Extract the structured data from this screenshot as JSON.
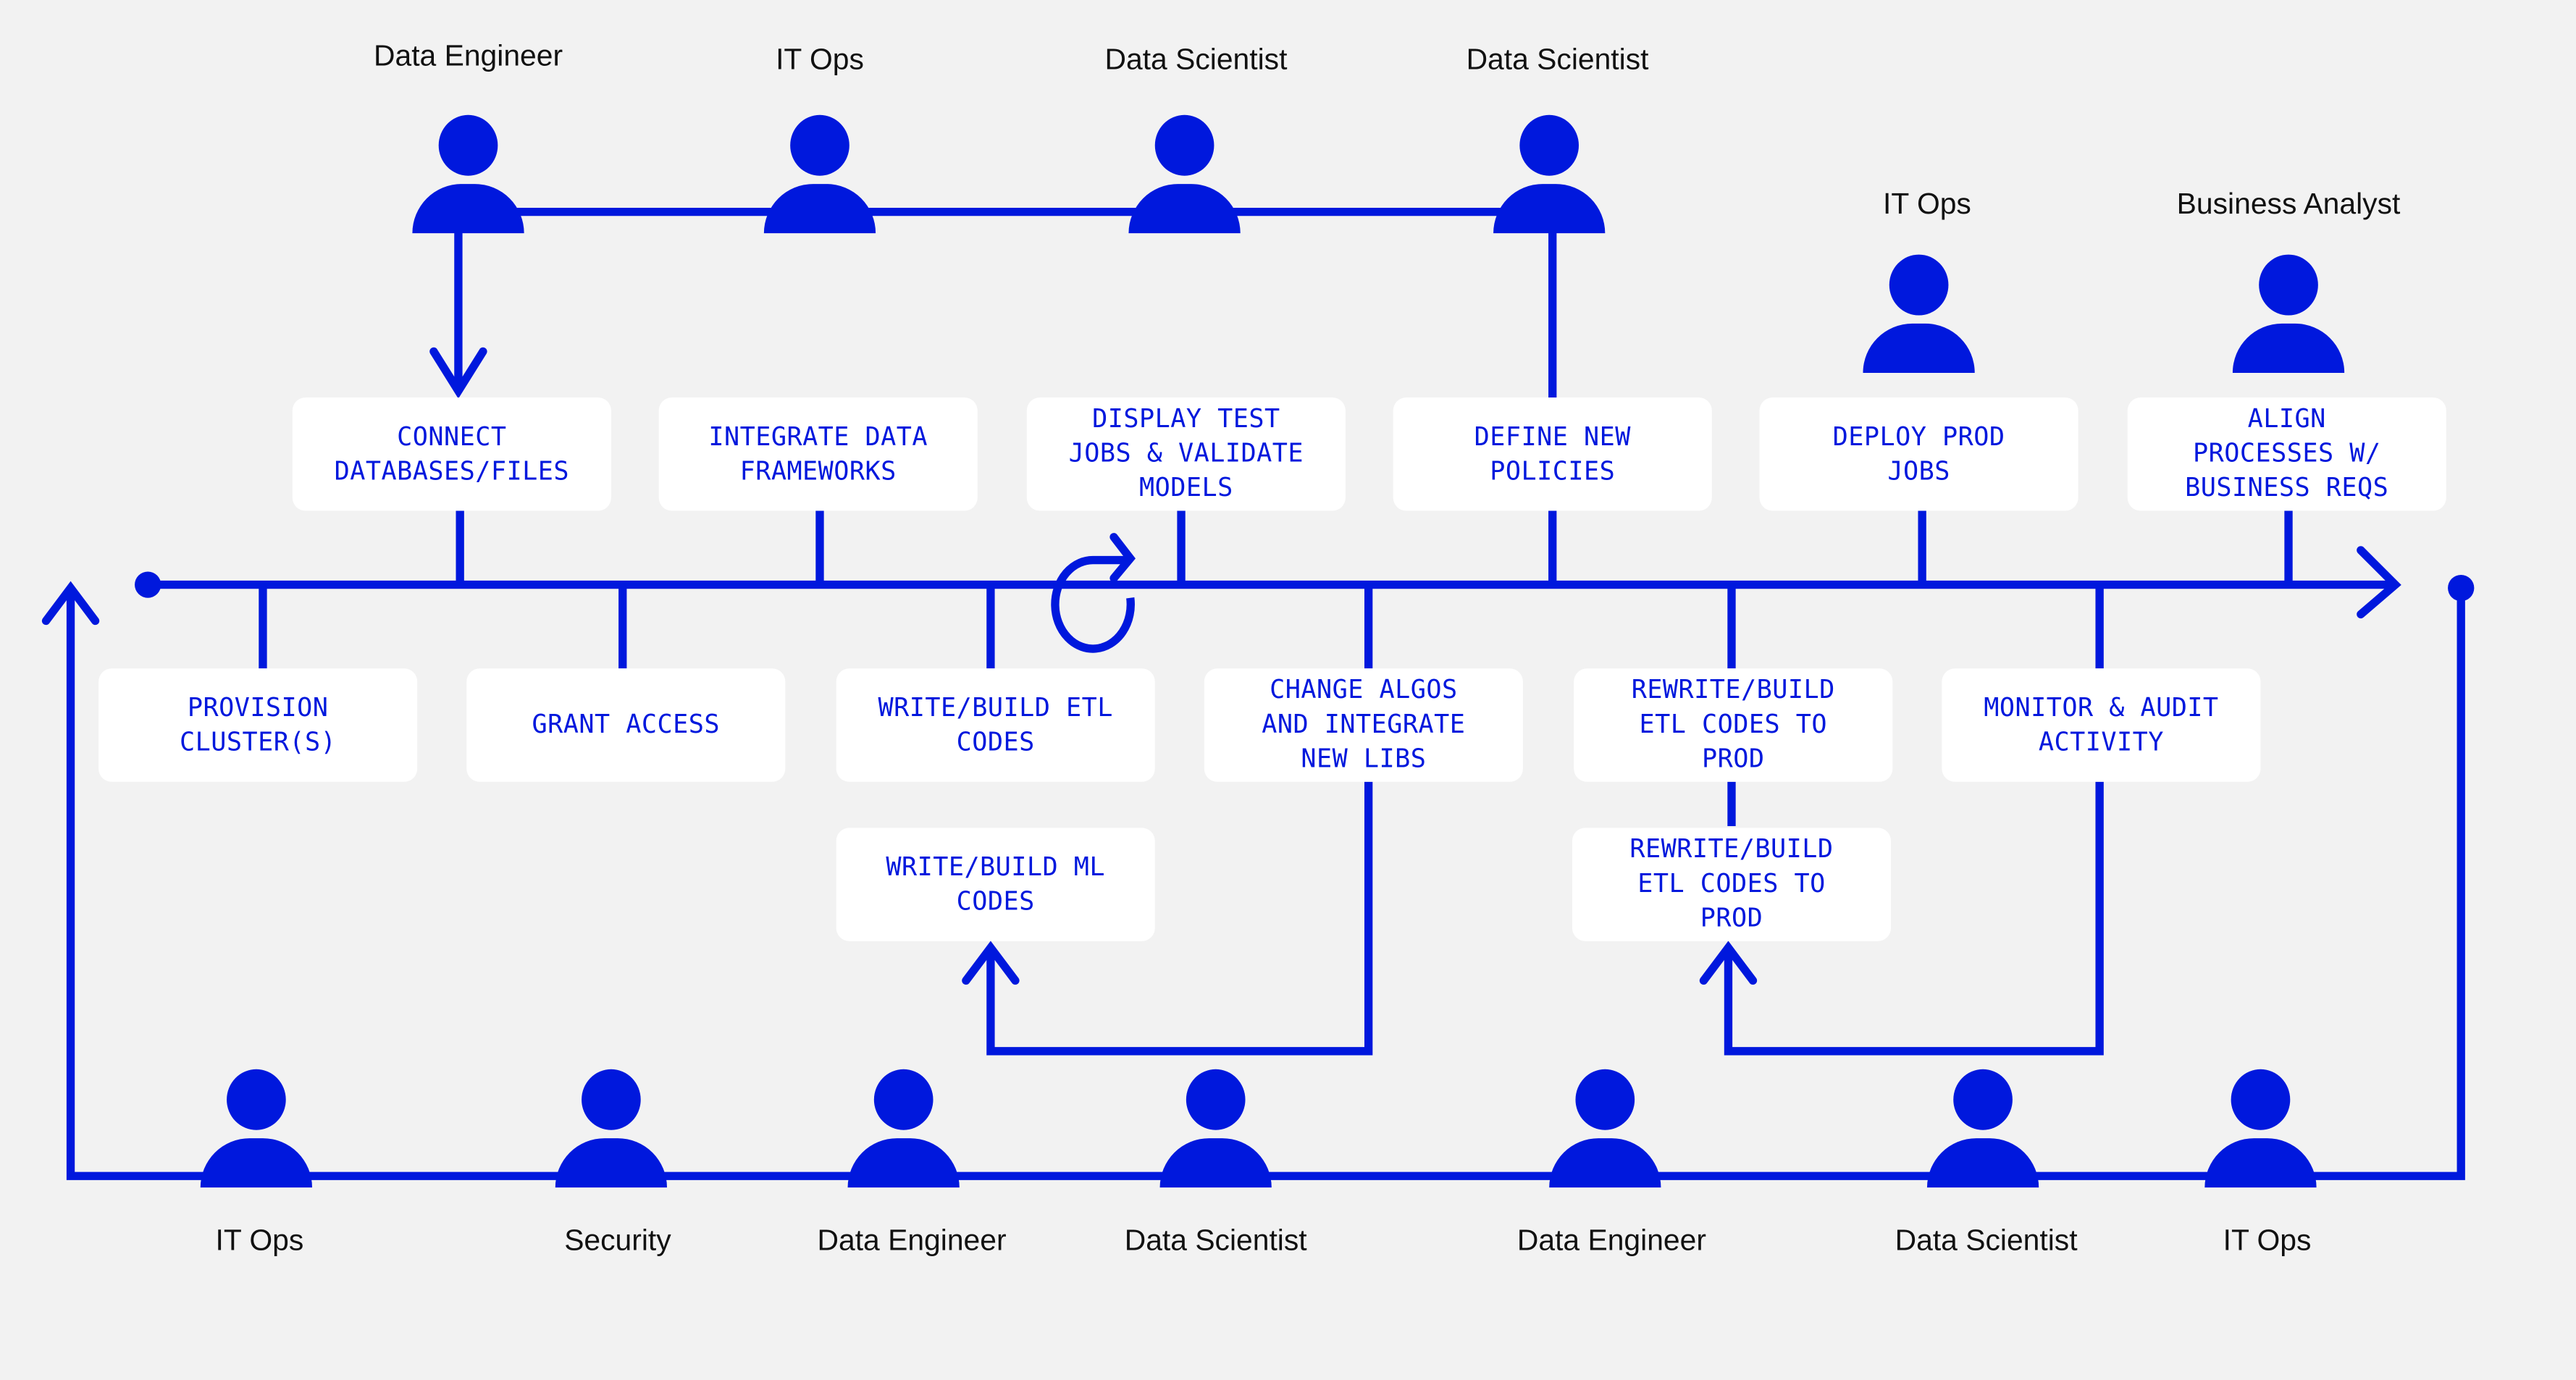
{
  "colors": {
    "accent": "#0018dd",
    "background": "#f2f2f2",
    "box": "#ffffff",
    "label": "#111111"
  },
  "top_personas": [
    {
      "role": "Data Engineer"
    },
    {
      "role": "IT Ops"
    },
    {
      "role": "Data Scientist"
    },
    {
      "role": "Data Scientist"
    },
    {
      "role": "IT Ops"
    },
    {
      "role": "Business Analyst"
    }
  ],
  "bottom_personas": [
    {
      "role": "IT Ops"
    },
    {
      "role": "Security"
    },
    {
      "role": "Data Engineer"
    },
    {
      "role": "Data Scientist"
    },
    {
      "role": "Data Engineer"
    },
    {
      "role": "Data Scientist"
    },
    {
      "role": "IT Ops"
    }
  ],
  "top_steps": [
    {
      "label": "CONNECT\nDATABASES/FILES"
    },
    {
      "label": "INTEGRATE DATA\nFRAMEWORKS"
    },
    {
      "label": "DISPLAY TEST\nJOBS & VALIDATE\nMODELS"
    },
    {
      "label": "DEFINE NEW\nPOLICIES"
    },
    {
      "label": "DEPLOY PROD\nJOBS"
    },
    {
      "label": "ALIGN\nPROCESSES W/\nBUSINESS REQS"
    }
  ],
  "bottom_steps": [
    {
      "label": "PROVISION\nCLUSTER(S)"
    },
    {
      "label": "GRANT ACCESS"
    },
    {
      "label": "WRITE/BUILD ETL\nCODES"
    },
    {
      "label": "CHANGE ALGOS\nAND INTEGRATE\nNEW LIBS"
    },
    {
      "label": "REWRITE/BUILD\nETL CODES TO\nPROD"
    },
    {
      "label": "MONITOR & AUDIT\nACTIVITY"
    }
  ],
  "sub_steps": [
    {
      "label": "WRITE/BUILD ML\nCODES"
    },
    {
      "label": "REWRITE/BUILD\nETL CODES TO\nPROD"
    }
  ],
  "icons": {
    "loop": "redo-loop-icon",
    "person": "person-icon",
    "arrow": "arrow-icon"
  }
}
